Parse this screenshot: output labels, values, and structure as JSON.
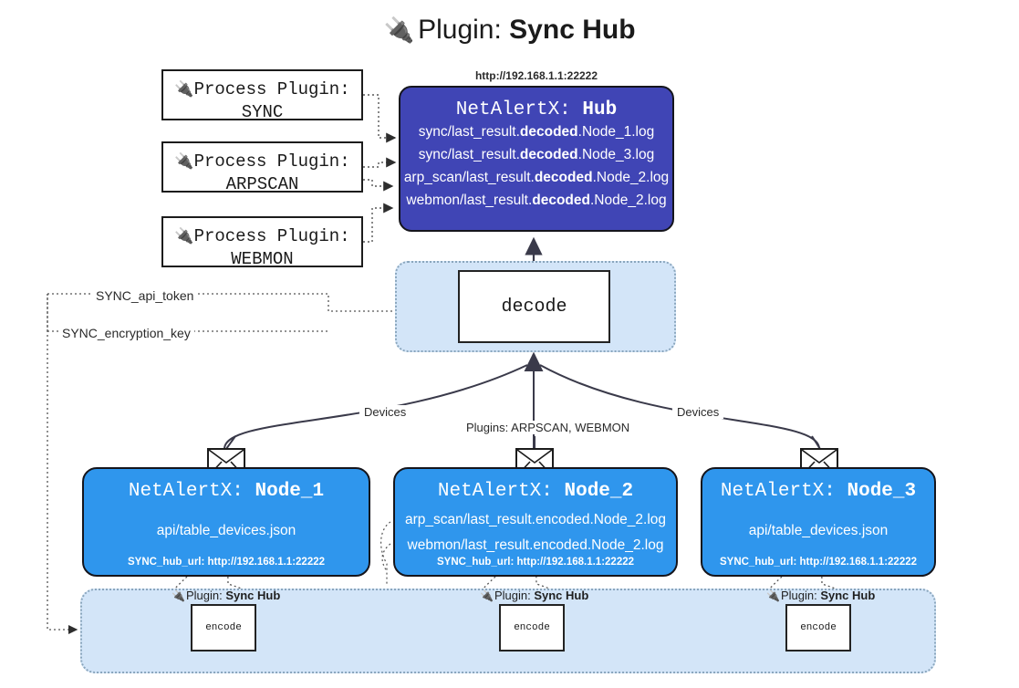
{
  "title": {
    "icon": "plug-icon",
    "prefix": "Plugin:",
    "name": "Sync Hub"
  },
  "process_plugins": [
    {
      "icon": "plug-icon",
      "label": "Process Plugin:",
      "name": "SYNC"
    },
    {
      "icon": "plug-icon",
      "label": "Process Plugin:",
      "name": "ARPSCAN"
    },
    {
      "icon": "plug-icon",
      "label": "Process Plugin:",
      "name": "WEBMON"
    }
  ],
  "hub": {
    "url": "http://192.168.1.1:22222",
    "title_prefix": "NetAlertX:",
    "title_name": "Hub",
    "logs": [
      {
        "pre": "sync/last_result.",
        "em": "decoded",
        "post": ".Node_1.log"
      },
      {
        "pre": "sync/last_result.",
        "em": "decoded",
        "post": ".Node_3.log"
      },
      {
        "pre": "arp_scan/last_result.",
        "em": "decoded",
        "post": ".Node_2.log"
      },
      {
        "pre": "webmon/last_result.",
        "em": "decoded",
        "post": ".Node_2.log"
      }
    ]
  },
  "decode": {
    "label": "decode"
  },
  "tokens": {
    "api": "SYNC_api_token",
    "key": "SYNC_encryption_key"
  },
  "edge_labels": {
    "devices_left": "Devices",
    "devices_right": "Devices",
    "plugins_center": "Plugins: ARPSCAN, WEBMON"
  },
  "nodes": [
    {
      "title_prefix": "NetAlertX:",
      "title_name": "Node_1",
      "lines": [
        "api/table_devices.json"
      ],
      "hub_url": "SYNC_hub_url: http://192.168.1.1:22222",
      "icon": "envelope-icon"
    },
    {
      "title_prefix": "NetAlertX:",
      "title_name": "Node_2",
      "lines": [
        "arp_scan/last_result.encoded.Node_2.log",
        "webmon/last_result.encoded.Node_2.log"
      ],
      "hub_url": "SYNC_hub_url: http://192.168.1.1:22222",
      "icon": "envelope-icon"
    },
    {
      "title_prefix": "NetAlertX:",
      "title_name": "Node_3",
      "lines": [
        "api/table_devices.json"
      ],
      "hub_url": "SYNC_hub_url: http://192.168.1.1:22222",
      "icon": "envelope-icon"
    }
  ],
  "encoders": [
    {
      "plugin_prefix": "Plugin:",
      "plugin_name": "Sync Hub",
      "box_label": "encode"
    },
    {
      "plugin_prefix": "Plugin:",
      "plugin_name": "Sync Hub",
      "box_label": "encode"
    },
    {
      "plugin_prefix": "Plugin:",
      "plugin_name": "Sync Hub",
      "box_label": "encode"
    }
  ],
  "colors": {
    "hub_fill": "#4045b5",
    "node_fill": "#2f96ed",
    "region_fill": "#d3e5f8",
    "region_border": "#8aa6bd",
    "stroke": "#333333"
  }
}
